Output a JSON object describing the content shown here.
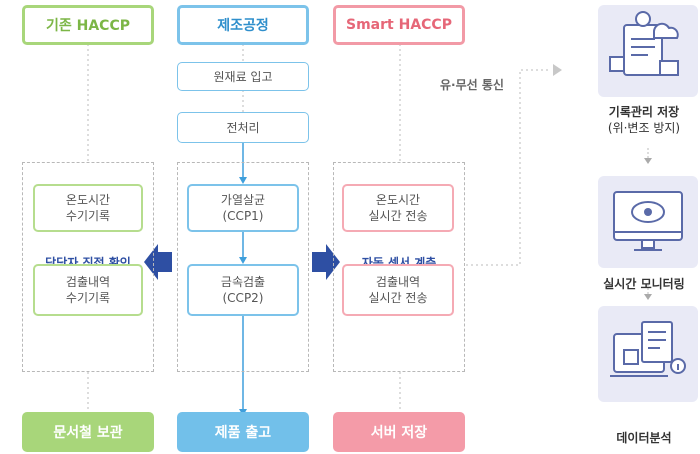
{
  "headers": {
    "legacy": "기존 HACCP",
    "process": "제조공정",
    "smart": "Smart HACCP"
  },
  "process": {
    "step1": "원재료 입고",
    "step2": "전처리",
    "ccp1_line1": "가열살균",
    "ccp1_line2": "(CCP1)",
    "ccp2_line1": "금속검출",
    "ccp2_line2": "(CCP2)"
  },
  "legacy": {
    "box1_line1": "온도시간",
    "box1_line2": "수기기록",
    "box2_line1": "검출내역",
    "box2_line2": "수기기록",
    "method": "담당자 직접 확인"
  },
  "smart": {
    "box1_line1": "온도시간",
    "box1_line2": "실시간 전송",
    "box2_line1": "검출내역",
    "box2_line2": "실시간 전송",
    "method": "자동 센서 계측"
  },
  "footers": {
    "legacy": "문서철 보관",
    "process": "제품 출고",
    "smart": "서버 저장"
  },
  "comm_label": "유·무선 통신",
  "right": {
    "record_title": "기록관리 저장",
    "record_sub": "(위·변조 방지)",
    "monitor_title": "실시간 모니터링",
    "analysis_title": "데이터분석"
  },
  "colors": {
    "green": "#a8d67a",
    "blue": "#7cc3ea",
    "pink": "#f29aa6",
    "navy_arrow": "#2e4fa3",
    "icon_bg": "#e9eaf6"
  }
}
